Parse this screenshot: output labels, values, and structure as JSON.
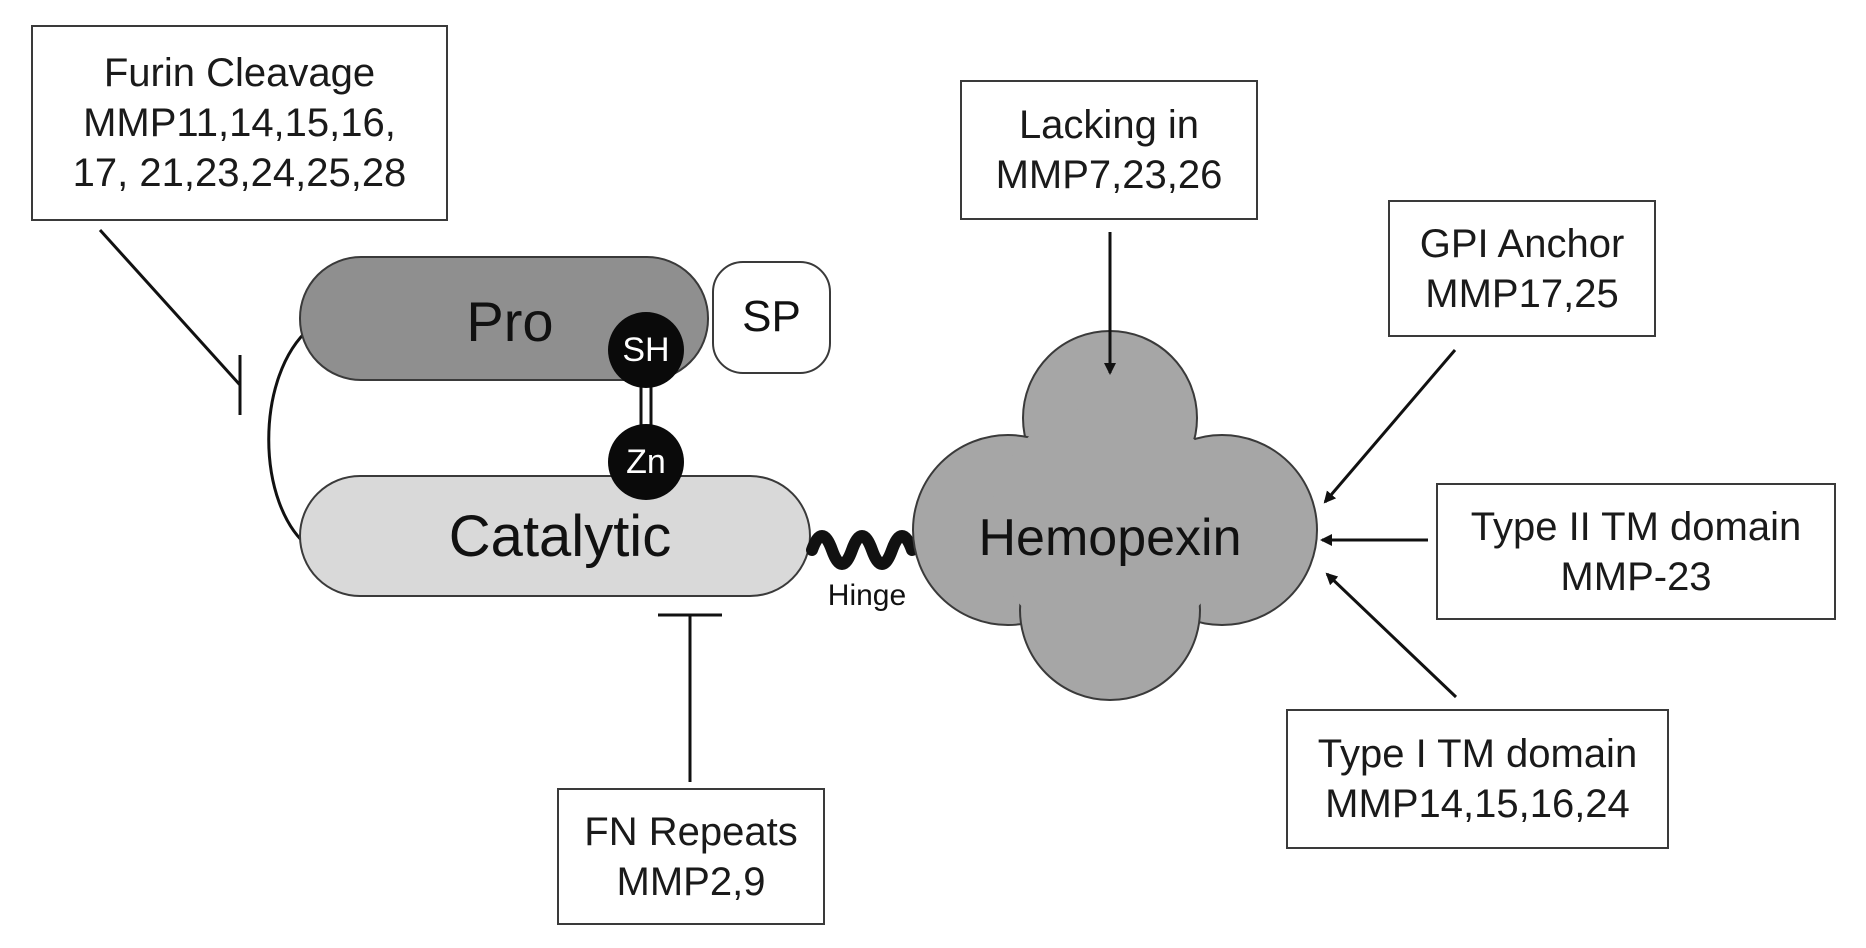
{
  "domains": {
    "pro": "Pro",
    "catalytic": "Catalytic",
    "signal_peptide": "SP",
    "cysteine": "SH",
    "zinc": "Zn",
    "hemopexin": "Hemopexin",
    "hinge": "Hinge"
  },
  "annotations": {
    "furin": {
      "lines": [
        "Furin Cleavage",
        "MMP11,14,15,16,",
        "17, 21,23,24,25,28"
      ]
    },
    "lacking": {
      "lines": [
        "Lacking in",
        "MMP7,23,26"
      ]
    },
    "gpi": {
      "lines": [
        "GPI Anchor",
        "MMP17,25"
      ]
    },
    "type2": {
      "lines": [
        "Type II TM domain",
        "MMP-23"
      ]
    },
    "type1": {
      "lines": [
        "Type I TM domain",
        "MMP14,15,16,24"
      ]
    },
    "fn": {
      "lines": [
        "FN Repeats",
        "MMP2,9"
      ]
    }
  },
  "colors": {
    "pro_fill": "#8f8f8f",
    "catalytic_fill": "#d9d9d9",
    "hemopexin_fill": "#a6a6a6",
    "outline": "#3a3a3a",
    "metal": "#0a0a0a"
  }
}
